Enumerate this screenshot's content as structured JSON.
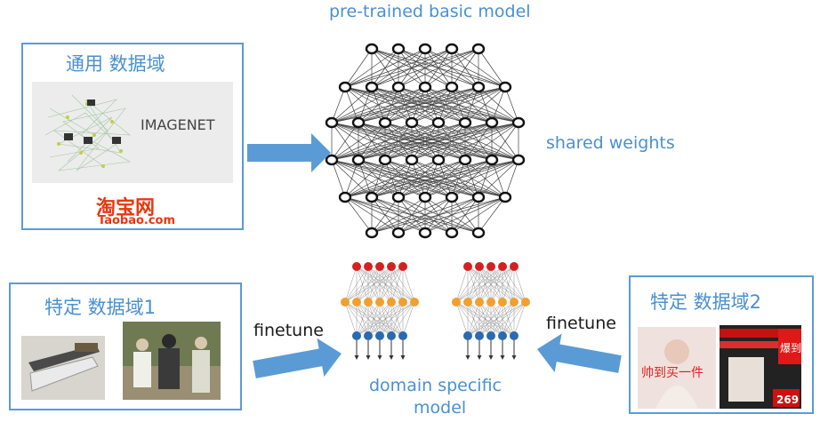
{
  "title": "pre-trained basic model",
  "shared_label": "shared weights",
  "bottom_label_line1": "domain specific",
  "bottom_label_line2": "model",
  "finetune_left": "finetune",
  "finetune_right": "finetune",
  "general_box": {
    "title": "通用  数据域",
    "imagenet_logo": "IMAGENET",
    "taobao_logo": "淘宝网",
    "taobao_url": "Taobao.com"
  },
  "domain1_box": {
    "title": "特定 数据域1"
  },
  "domain2_box": {
    "title": "特定 数据域2",
    "ad_text_1": "帅到买一件",
    "ad_text_2": "爆到底",
    "ad_price": "269"
  },
  "colors": {
    "accent": "#4a90d0",
    "arrow": "#5b9bd5",
    "node_red": "#d62020",
    "node_orange": "#f0a030",
    "node_blue": "#2a6ab0"
  },
  "network": {
    "main_layers": [
      5,
      7,
      8,
      8,
      7,
      5
    ],
    "small_layers": [
      5,
      7,
      5
    ]
  }
}
